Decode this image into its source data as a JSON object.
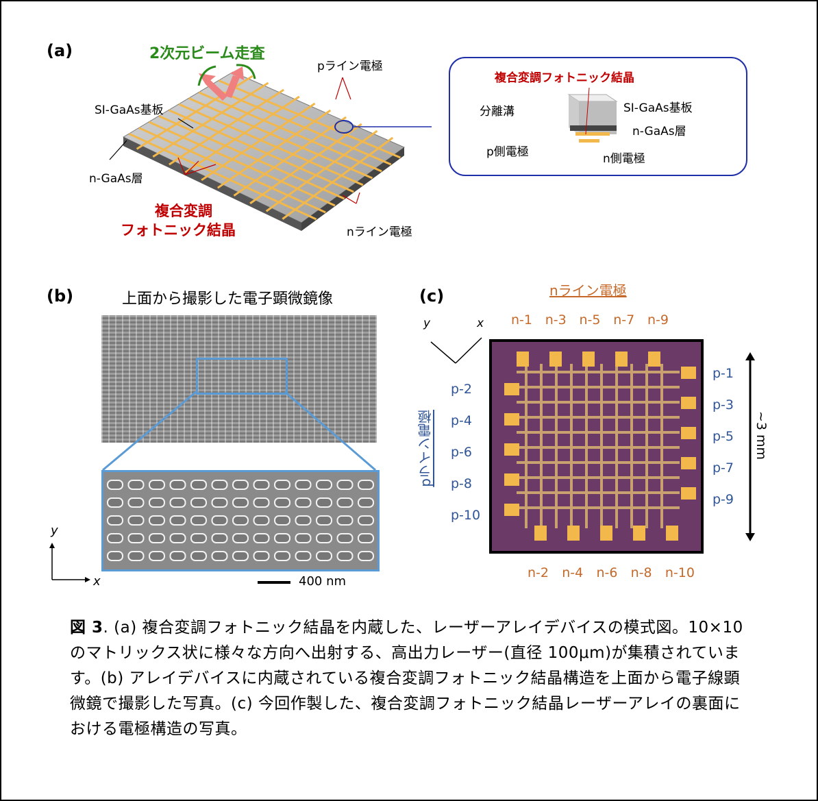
{
  "panel_a": {
    "label": "(a)",
    "beam_scan": "2次元ビーム走査",
    "p_line": "pライン電極",
    "si_gaas": "SI-GaAs基板",
    "n_gaas": "n-GaAs層",
    "crystal_line1": "複合変調",
    "crystal_line2": "フォトニック結晶",
    "n_line": "nライン電極",
    "inset": {
      "title": "複合変調フォトニック結晶",
      "trench": "分離溝",
      "si_gaas": "SI-GaAs基板",
      "n_gaas": "n-GaAs層",
      "p_electrode": "p側電極",
      "n_electrode": "n側電極"
    }
  },
  "panel_b": {
    "label": "(b)",
    "title": "上面から撮影した電子顕微鏡像",
    "axis_y": "y",
    "axis_x": "x",
    "scale": "400 nm"
  },
  "panel_c": {
    "label": "(c)",
    "n_title": "nライン電極",
    "p_title": "pライン電極",
    "axis_y": "y",
    "axis_x": "x",
    "n_top": [
      "n-1",
      "n-3",
      "n-5",
      "n-7",
      "n-9"
    ],
    "n_bottom": [
      "n-2",
      "n-4",
      "n-6",
      "n-8",
      "n-10"
    ],
    "p_left": [
      "p-2",
      "p-4",
      "p-6",
      "p-8",
      "p-10"
    ],
    "p_right": [
      "p-1",
      "p-3",
      "p-5",
      "p-7",
      "p-9"
    ],
    "size": "~3 mm"
  },
  "caption": {
    "fig": "図 3",
    "text": ". (a) 複合変調フォトニック結晶を内蔵した、レーザーアレイデバイスの模式図。10×10 のマトリックス状に様々な方向へ出射する、高出力レーザー(直径 100μm)が集積されています。(b) アレイデバイスに内蔵されている複合変調フォトニック結晶構造を上面から電子線顕微鏡で撮影した写真。(c) 今回作製した、複合変調フォトニック結晶レーザーアレイの裏面における電極構造の写真。"
  },
  "colors": {
    "red": "#c00000",
    "green": "#2a8a1a",
    "orange": "#c5692a",
    "blue": "#2f5597",
    "electrode": "#f2b84b"
  }
}
